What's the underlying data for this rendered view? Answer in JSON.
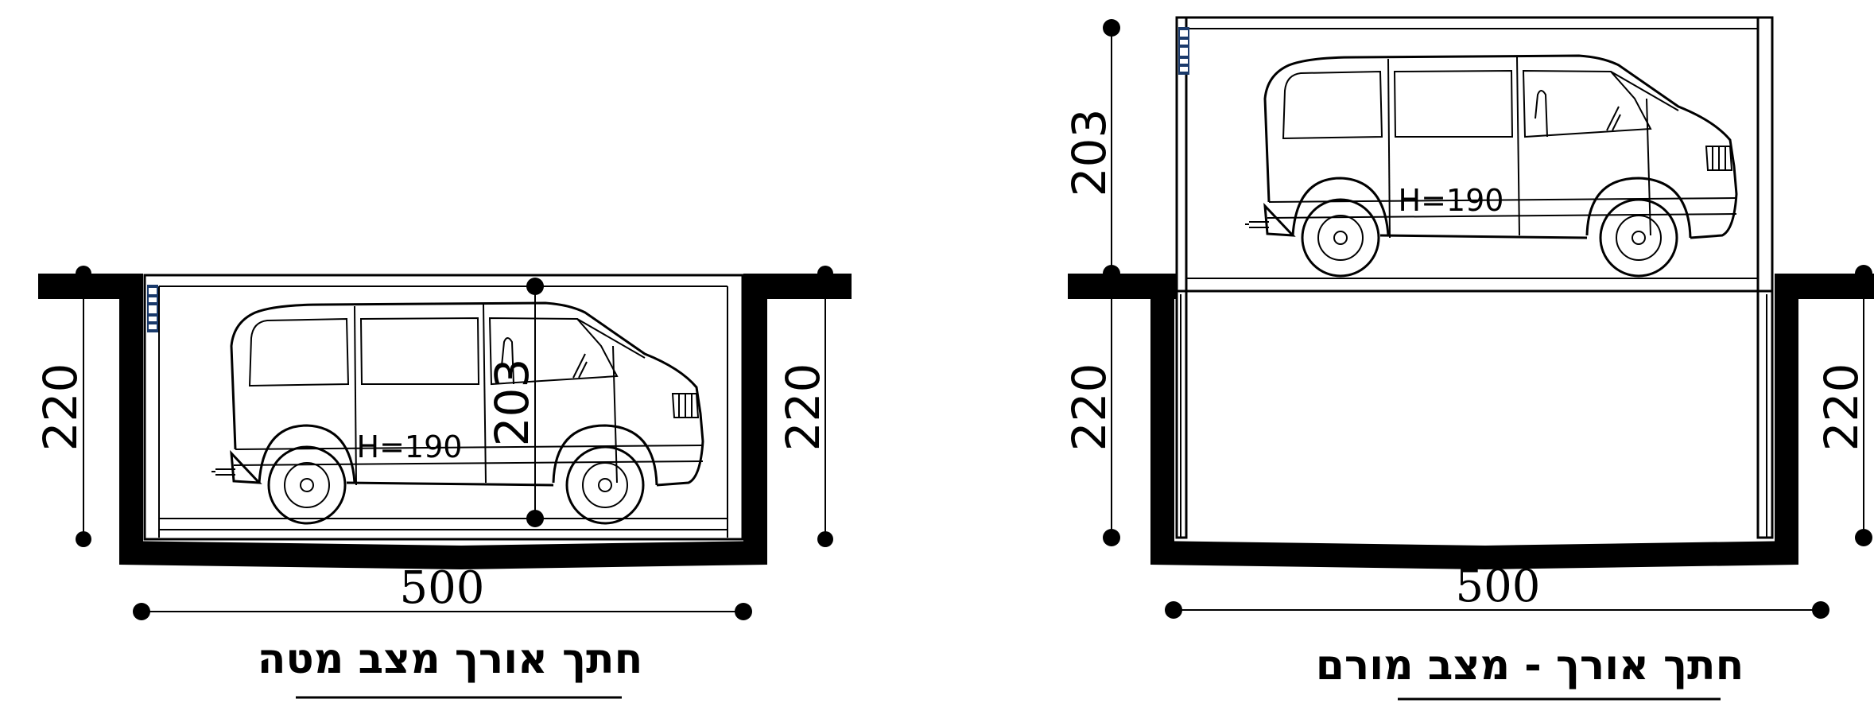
{
  "drawings": [
    {
      "id": "lowered",
      "title": "חתך אורך מצב מטה",
      "dims": {
        "left_height": "220",
        "right_height": "220",
        "inner_height": "203",
        "width": "500"
      },
      "vehicle_label": "H=190"
    },
    {
      "id": "raised",
      "title": "חתך אורך - מצב מורם",
      "dims": {
        "upper_height": "203",
        "left_height": "220",
        "right_height": "220",
        "width": "500"
      },
      "vehicle_label": "H=190"
    }
  ]
}
